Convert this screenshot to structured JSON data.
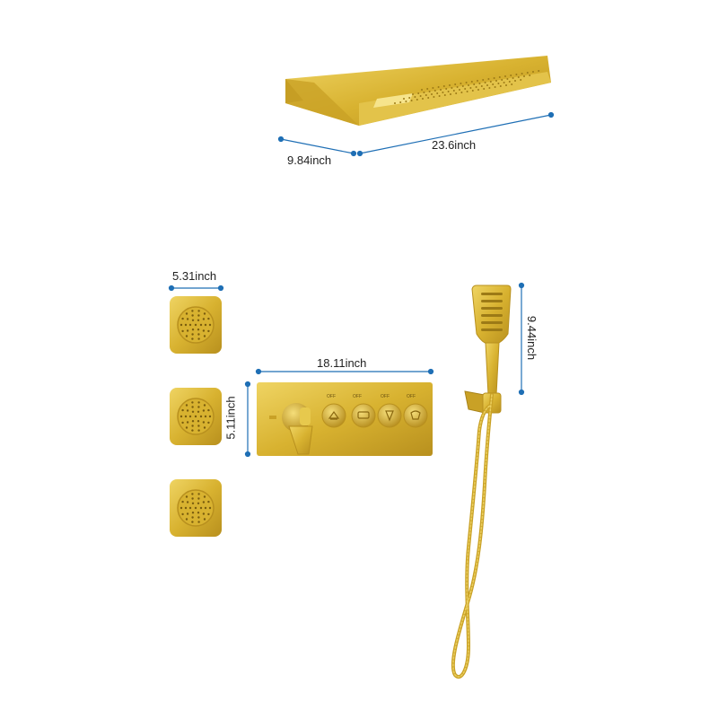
{
  "colors": {
    "gold_light": "#e6c74a",
    "gold_mid": "#d4ad2a",
    "gold_dark": "#a8831a",
    "dimension_line": "#1f6fb5",
    "background": "#ffffff"
  },
  "dimensions": {
    "rain_head_depth": "9.84inch",
    "rain_head_width": "23.6inch",
    "body_jet_width": "5.31inch",
    "valve_panel_width": "18.11inch",
    "valve_panel_height": "5.11inch",
    "hand_shower_height": "9.44inch"
  },
  "valve_labels": [
    "OFF",
    "OFF",
    "OFF",
    "OFF"
  ]
}
